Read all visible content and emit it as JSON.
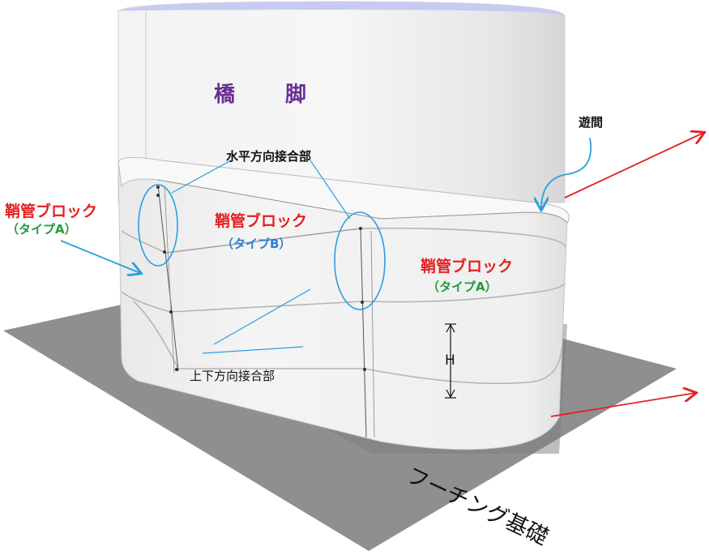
{
  "labels": {
    "pier": "橋　脚",
    "gap": "遊間",
    "horizontal_joint": "水平方向接合部",
    "vertical_joint": "上下方向接合部",
    "sheath_block": "鞘管ブロック",
    "type_a": "（タイプA）",
    "type_b": "（タイプB）",
    "height_marker": "H",
    "footing": "フーチング基礎"
  },
  "colors": {
    "accent_red": "#e32121",
    "accent_blue": "#2c7fd6",
    "accent_green": "#1f9c3a",
    "pier_text": "#6a2d93",
    "pier_top": "#c7cbf2",
    "ground": "#8d8d8d"
  }
}
